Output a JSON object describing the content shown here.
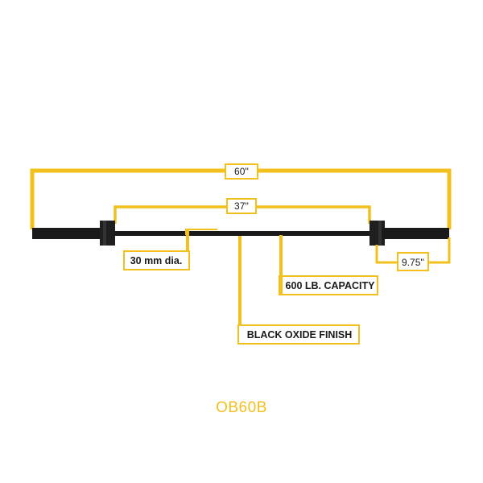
{
  "colors": {
    "accent": "#f2c01c",
    "bar": "#1a1a1a",
    "text": "#1a1a1a",
    "background": "#ffffff"
  },
  "dimensions": {
    "overall_length": "60''",
    "grip_length": "37''",
    "sleeve_length": "9.75''"
  },
  "callouts": {
    "diameter": "30 mm dia.",
    "capacity": "600 LB. CAPACITY",
    "finish": "BLACK OXIDE FINISH"
  },
  "model": "OB60B"
}
